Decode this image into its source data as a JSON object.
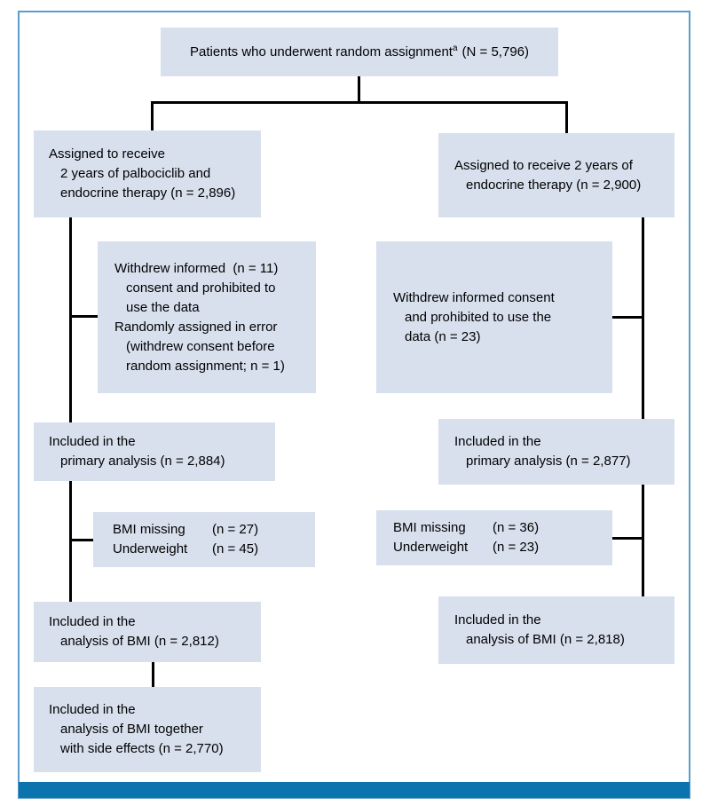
{
  "figure": {
    "type": "consort-flow-diagram",
    "box_fill": "#d8e0ee",
    "frame_border_color": "#5b9dc8",
    "footer_bar_color": "#0b73ad",
    "connector_color": "#000000"
  },
  "boxes": {
    "randomized": {
      "main": "Patients who underwent random assignment",
      "superscript": "a",
      "count": "(N = 5,796)"
    },
    "left_assigned": {
      "lines": [
        "Assigned to receive",
        "2 years of palbociclib and",
        "endocrine therapy (n = 2,896)"
      ]
    },
    "right_assigned": {
      "lines": [
        "Assigned to receive 2 years of",
        "endocrine therapy (n = 2,900)"
      ]
    },
    "left_withdrew": {
      "lines": [
        "Withdrew informed  (n = 11)",
        "consent and prohibited to",
        "use the data",
        "Randomly assigned in error",
        "(withdrew consent before",
        "random assignment; n = 1)"
      ]
    },
    "right_withdrew": {
      "lines": [
        "Withdrew informed consent",
        "and prohibited to use the",
        "data (n = 23)"
      ]
    },
    "left_primary": {
      "lines": [
        "Included in the",
        "primary analysis (n = 2,884)"
      ]
    },
    "right_primary": {
      "lines": [
        "Included in the",
        "primary analysis (n = 2,877)"
      ]
    },
    "left_excluded_bmi": {
      "rows": [
        {
          "label": "BMI missing",
          "count": "(n = 27)"
        },
        {
          "label": "Underweight",
          "count": "(n = 45)"
        }
      ]
    },
    "right_excluded_bmi": {
      "rows": [
        {
          "label": "BMI missing",
          "count": "(n = 36)"
        },
        {
          "label": "Underweight",
          "count": "(n = 23)"
        }
      ]
    },
    "left_bmi": {
      "lines": [
        "Included in the",
        "analysis of BMI (n = 2,812)"
      ]
    },
    "right_bmi": {
      "lines": [
        "Included in the",
        "analysis of BMI (n = 2,818)"
      ]
    },
    "left_bmi_side_effects": {
      "lines": [
        "Included in the",
        "analysis of BMI together",
        "with side effects (n = 2,770)"
      ]
    }
  }
}
